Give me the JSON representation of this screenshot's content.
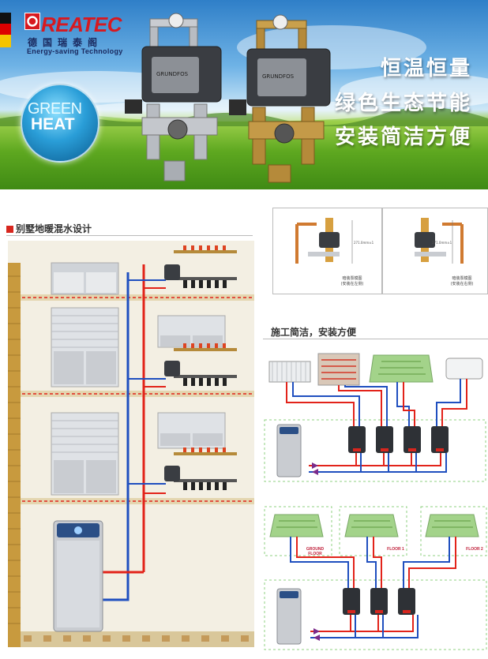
{
  "banner": {
    "logo_text": "REATEC",
    "logo_cn": "德国瑞泰阁",
    "logo_en": "Energy-saving Technology",
    "badge_line1": "GREEN",
    "badge_line2": "HEAT",
    "slogans": [
      "恒温恒量",
      "绿色生态节能",
      "安装简洁方便"
    ]
  },
  "section_villa": {
    "title": "别墅地暖混水设计"
  },
  "section_install": {
    "title": "施工简洁，安装方便",
    "diagram_left_caption_1": "暗装泵模图",
    "diagram_left_caption_2": "(安装在左侧)",
    "diagram_right_caption_1": "暗装泵模图",
    "diagram_right_caption_2": "(安装在右侧)",
    "floor_labels": [
      "GROUND FLOOR",
      "FLOOR 1",
      "FLOOR 2"
    ]
  },
  "colors": {
    "supply": "#e2231a",
    "return": "#1f4fbf",
    "accent": "#d7261e",
    "grass": "#5ea820"
  }
}
